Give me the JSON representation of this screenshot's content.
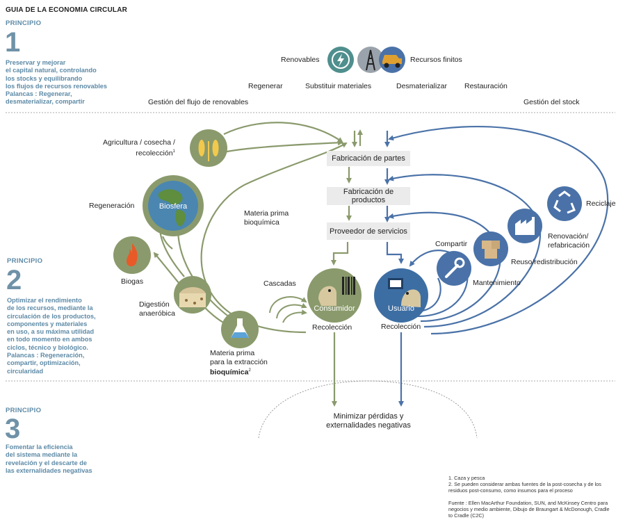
{
  "title": "GUIA DE LA ECONOMIA CIRCULAR",
  "principles": [
    {
      "label": "PRINCIPIO",
      "number": "1",
      "lines": [
        "Preservar y mejorar",
        "el capital natural, controlando",
        "los stocks y equilibrando",
        "los flujos de recursos renovables",
        "Palancas : Regenerar,",
        "desmaterializar, compartir"
      ]
    },
    {
      "label": "PRINCIPIO",
      "number": "2",
      "lines": [
        "Optimizar el rendimiento",
        "de los recursos, mediante la",
        "circulación de los productos,",
        "componentes y materiales",
        "en uso, a su máxima utilidad",
        "en todo momento en ambos",
        "ciclos, técnico y biológico.",
        "Palancas : Regeneración,",
        "compartir, optimización,",
        "circularidad"
      ]
    },
    {
      "label": "PRINCIPIO",
      "number": "3",
      "lines": [
        "Fomentar la eficiencia",
        "del sistema mediante la",
        "revelación y el descarte de",
        "las externalidades negativas"
      ]
    }
  ],
  "top": {
    "renovables": "Renovables",
    "recursos_finitos": "Recursos finitos",
    "regenerar": "Regenerar",
    "substituir": "Substituir materiales",
    "desmaterializar": "Desmaterializar",
    "restauracion": "Restauración",
    "gestion_renovables": "Gestión del flujo de renovables",
    "gestion_stock": "Gestión del stock"
  },
  "boxes": {
    "fab_partes": "Fabricación de partes",
    "fab_productos": [
      "Fabricación de",
      "productos"
    ],
    "proveedor": "Proveedor de servicios"
  },
  "bio": {
    "agricultura": [
      "Agricultura / cosecha /",
      "recolección"
    ],
    "agricultura_sup": "1",
    "regeneracion": "Regeneración",
    "biosfera": "Biosfera",
    "biogas": "Biogas",
    "digestion": [
      "Digestión",
      "anaeróbica"
    ],
    "materia_extraccion": [
      "Materia prima",
      "para la extracción"
    ],
    "materia_extraccion_bold": "bioquímica",
    "materia_extraccion_sup": "2",
    "materia_bioquimica": [
      "Materia prima",
      "bioquímica"
    ],
    "cascadas": "Cascadas",
    "consumidor": "Consumidor",
    "recoleccion_left": "Recolección"
  },
  "tech": {
    "usuario": "Usuario",
    "recoleccion_right": "Recolección",
    "compartir": "Compartir",
    "mantenimiento": "Mantenimiento",
    "reuso": "Reuso/redistribución",
    "renovacion": [
      "Renovación/",
      "refabricación"
    ],
    "reciclaje": "Reciclaje"
  },
  "bottom": {
    "minimizar": [
      "Minimizar pérdidas y",
      "externalidades negativas"
    ]
  },
  "notes": [
    "1.  Caza y pesca",
    "2. Se pueden considerar ambas fuentes de la post-cosecha y de los",
    "residuos post-consumo, como insumos para el proceso",
    "",
    "Fuente : Ellen MacArthur Foundation, SUN, and McKinsey Centro para",
    "negocios y medio ambiente, Dibujo de Braungart & McDonough, Cradle",
    "to Cradle (C2C)"
  ],
  "colors": {
    "green": "#8a9a6c",
    "green_dark": "#6b7a4f",
    "blue": "#4a72a8",
    "blue_dark": "#2f5a8c",
    "principle": "#5d8aa6",
    "box": "#ebebeb"
  }
}
